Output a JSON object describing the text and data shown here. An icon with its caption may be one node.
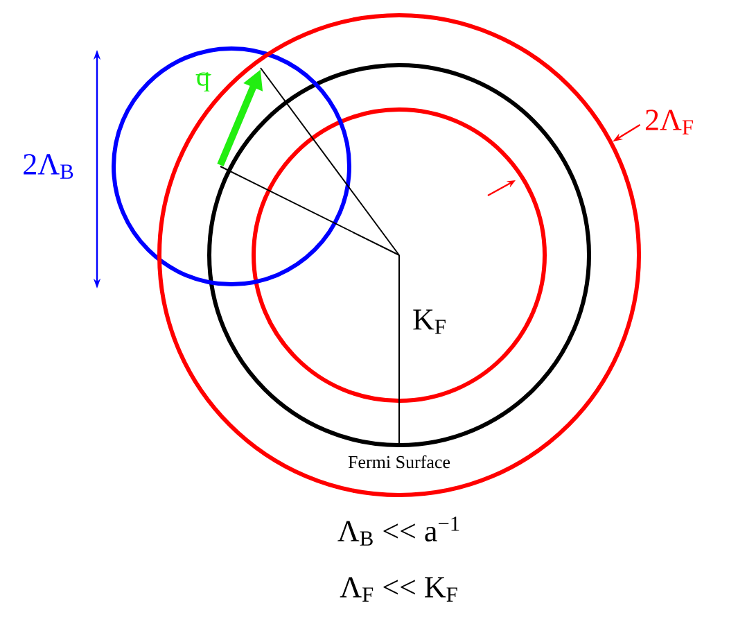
{
  "diagram": {
    "nodes": [
      {
        "text": [
          "2Λ$_{F}$"
        ]
      },
      {
        "text": [],
        "shape": "circle"
      }
    ],
    "edges": [
      {
        "from": 0,
        "to": 1,
        "arrow": "to"
      }
    ],
    "labels": [
      "2Λ$_{B}$",
      "q",
      "K$_{F}$",
      "Fermi Surface",
      "Λ$_{B}$ << a$^{−1}$",
      "Λ$_{F}$ << K$_{F}$"
    ]
  }
}
